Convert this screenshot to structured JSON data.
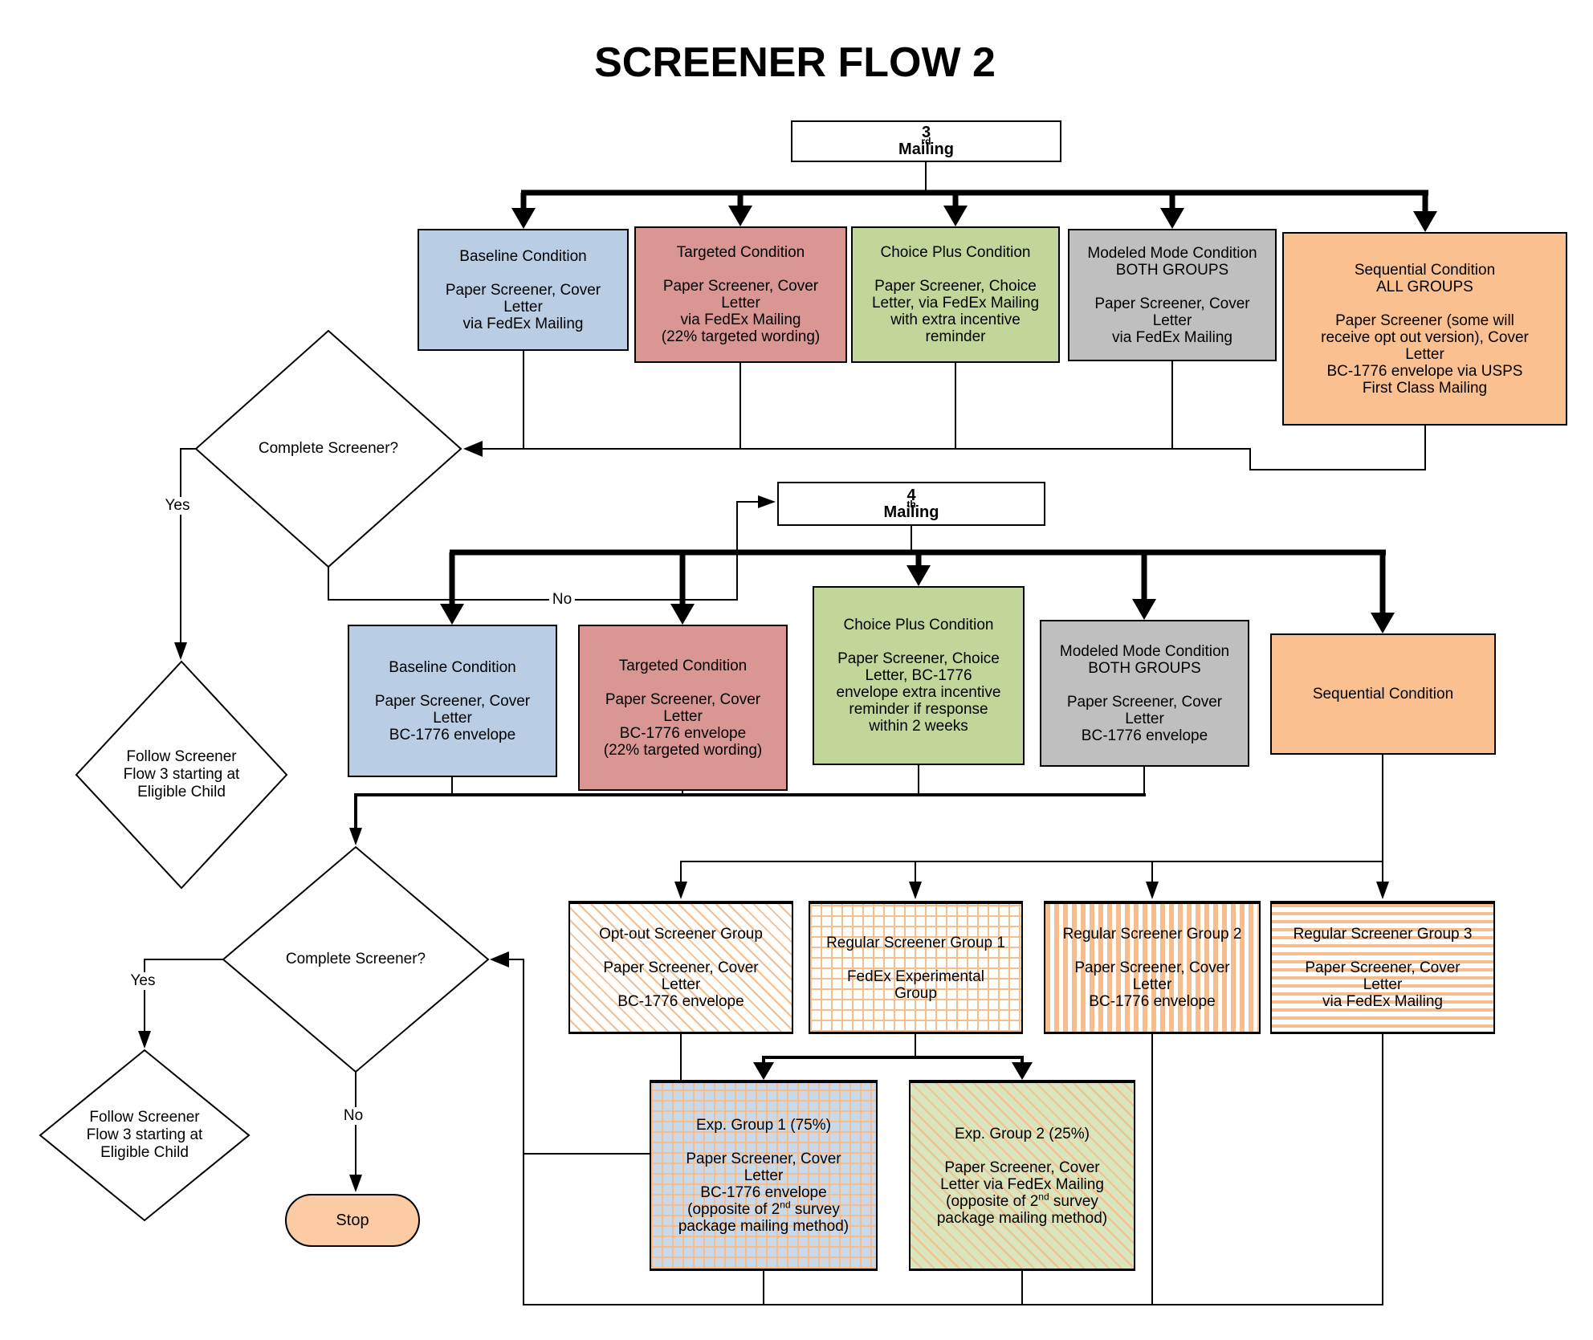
{
  "title": "SCREENER FLOW 2",
  "colors": {
    "line": "#000000",
    "blue": "#b9cde5",
    "red": "#d99693",
    "green": "#c2d69a",
    "gray": "#bfbfbf",
    "orange": "#fac08f",
    "peach": "#fbcba4",
    "stripe": "#f6bd8d",
    "exp1bg": "#c9d9ea",
    "exp2bg": "#d8e5bd"
  },
  "mailing3": {
    "label": "3^{rd} Mailing"
  },
  "mailing4": {
    "label": "4^{th} Mailing"
  },
  "row1": {
    "baseline": {
      "lines": [
        "Baseline Condition",
        "",
        "Paper Screener, Cover",
        "Letter",
        "via FedEx Mailing"
      ]
    },
    "targeted": {
      "lines": [
        "Targeted Condition",
        "",
        "Paper Screener, Cover",
        "Letter",
        "via FedEx Mailing",
        "(22% targeted wording)"
      ]
    },
    "choice_plus": {
      "lines": [
        "Choice Plus Condition",
        "",
        "Paper Screener, Choice",
        "Letter, via FedEx Mailing",
        "with extra incentive",
        "reminder"
      ]
    },
    "modeled_mode": {
      "lines": [
        "Modeled Mode Condition",
        "BOTH GROUPS",
        "",
        "Paper Screener, Cover",
        "Letter",
        "via FedEx Mailing"
      ]
    },
    "sequential": {
      "lines": [
        "Sequential Condition",
        "ALL GROUPS",
        "",
        "Paper Screener (some will",
        "receive opt out version), Cover",
        "Letter",
        "BC-1776 envelope via USPS",
        "First Class Mailing"
      ]
    }
  },
  "row2": {
    "baseline": {
      "lines": [
        "Baseline Condition",
        "",
        "Paper Screener, Cover",
        "Letter",
        "BC-1776 envelope"
      ]
    },
    "targeted": {
      "lines": [
        "Targeted Condition",
        "",
        "Paper Screener, Cover",
        "Letter",
        "BC-1776 envelope",
        "(22% targeted wording)"
      ]
    },
    "choice_plus": {
      "lines": [
        "Choice Plus Condition",
        "",
        "Paper Screener, Choice",
        "Letter, BC-1776",
        "envelope extra incentive",
        "reminder if response",
        "within 2 weeks"
      ]
    },
    "modeled_mode": {
      "lines": [
        "Modeled Mode Condition",
        "BOTH GROUPS",
        "",
        "Paper Screener, Cover",
        "Letter",
        "BC-1776 envelope"
      ]
    },
    "sequential": {
      "lines": [
        "Sequential Condition"
      ]
    }
  },
  "decisions": {
    "complete1": {
      "lines": [
        "Complete Screener?"
      ]
    },
    "follow1": {
      "lines": [
        "Follow Screener",
        "Flow 3 starting at",
        "Eligible Child"
      ]
    },
    "complete2": {
      "lines": [
        "Complete Screener?"
      ]
    },
    "follow2": {
      "lines": [
        "Follow Screener",
        "Flow 3 starting at",
        "Eligible Child"
      ]
    }
  },
  "edge_labels": {
    "yes1": "Yes",
    "no1": "No",
    "yes2": "Yes",
    "no2": "No"
  },
  "groups": {
    "opt_out": {
      "lines": [
        "Opt-out Screener Group",
        "",
        "Paper Screener, Cover",
        "Letter",
        "BC-1776 envelope"
      ]
    },
    "regular1": {
      "lines": [
        "Regular Screener Group 1",
        "",
        "FedEx Experimental",
        "Group"
      ]
    },
    "regular2": {
      "lines": [
        "Regular Screener Group 2",
        "",
        "Paper Screener, Cover",
        "Letter",
        "BC-1776 envelope"
      ]
    },
    "regular3": {
      "lines": [
        "Regular Screener Group 3",
        "",
        "Paper Screener, Cover",
        "Letter",
        "via FedEx Mailing"
      ]
    }
  },
  "exp_groups": {
    "exp1": {
      "lines": [
        "Exp. Group 1 (75%)",
        "",
        "Paper Screener, Cover",
        "Letter",
        "BC-1776 envelope",
        "(opposite of 2^{nd} survey",
        "package mailing method)"
      ]
    },
    "exp2": {
      "lines": [
        "Exp. Group 2 (25%)",
        "",
        "Paper Screener, Cover",
        "Letter via FedEx Mailing",
        "(opposite of 2^{nd} survey",
        "package mailing method)"
      ]
    }
  },
  "stop_label": "Stop"
}
